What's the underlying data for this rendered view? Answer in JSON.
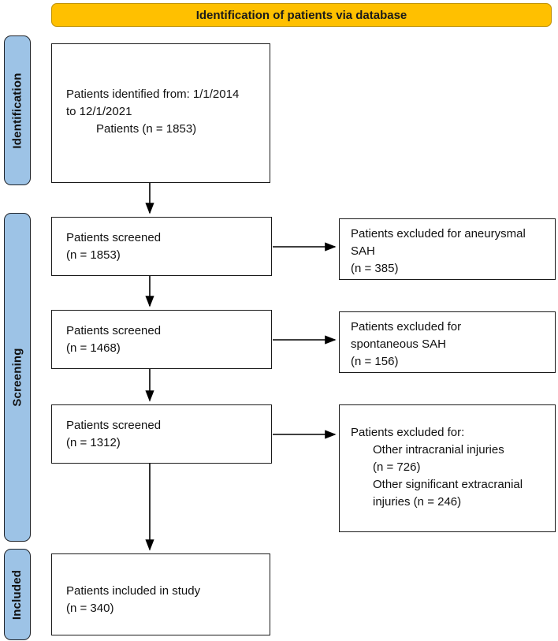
{
  "banner": {
    "label": "Identification of patients via database",
    "bg": "#FFC000",
    "border": "#BF9000",
    "text_color": "#1a1a1a"
  },
  "stages": [
    {
      "label": "Identification"
    },
    {
      "label": "Screening"
    },
    {
      "label": "Included"
    }
  ],
  "stage_style": {
    "bg": "#9DC3E6",
    "border": "#1f2329",
    "text_color": "#111111"
  },
  "boxes": {
    "identified": {
      "lines": [
        "Patients identified from: 1/1/2014",
        "to 12/1/2021",
        "Patients (n = 1853)"
      ]
    },
    "screened_1": {
      "lines": [
        "Patients screened",
        "(n = 1853)"
      ]
    },
    "screened_2": {
      "lines": [
        "Patients screened",
        "(n = 1468)"
      ]
    },
    "screened_3": {
      "lines": [
        "Patients screened",
        "(n = 1312)"
      ]
    },
    "excluded_1": {
      "lines": [
        "Patients excluded for aneurysmal",
        "SAH",
        "(n = 385)"
      ]
    },
    "excluded_2": {
      "lines": [
        "Patients excluded for",
        "spontaneous SAH",
        "(n = 156)"
      ]
    },
    "excluded_3": {
      "lines": [
        "Patients excluded for:",
        "Other intracranial injuries",
        "(n = 726)",
        "Other significant extracranial",
        "injuries (n = 246)"
      ]
    },
    "included": {
      "lines": [
        "Patients included in study",
        "(n = 340)"
      ]
    }
  },
  "arrow_color": "#000000"
}
